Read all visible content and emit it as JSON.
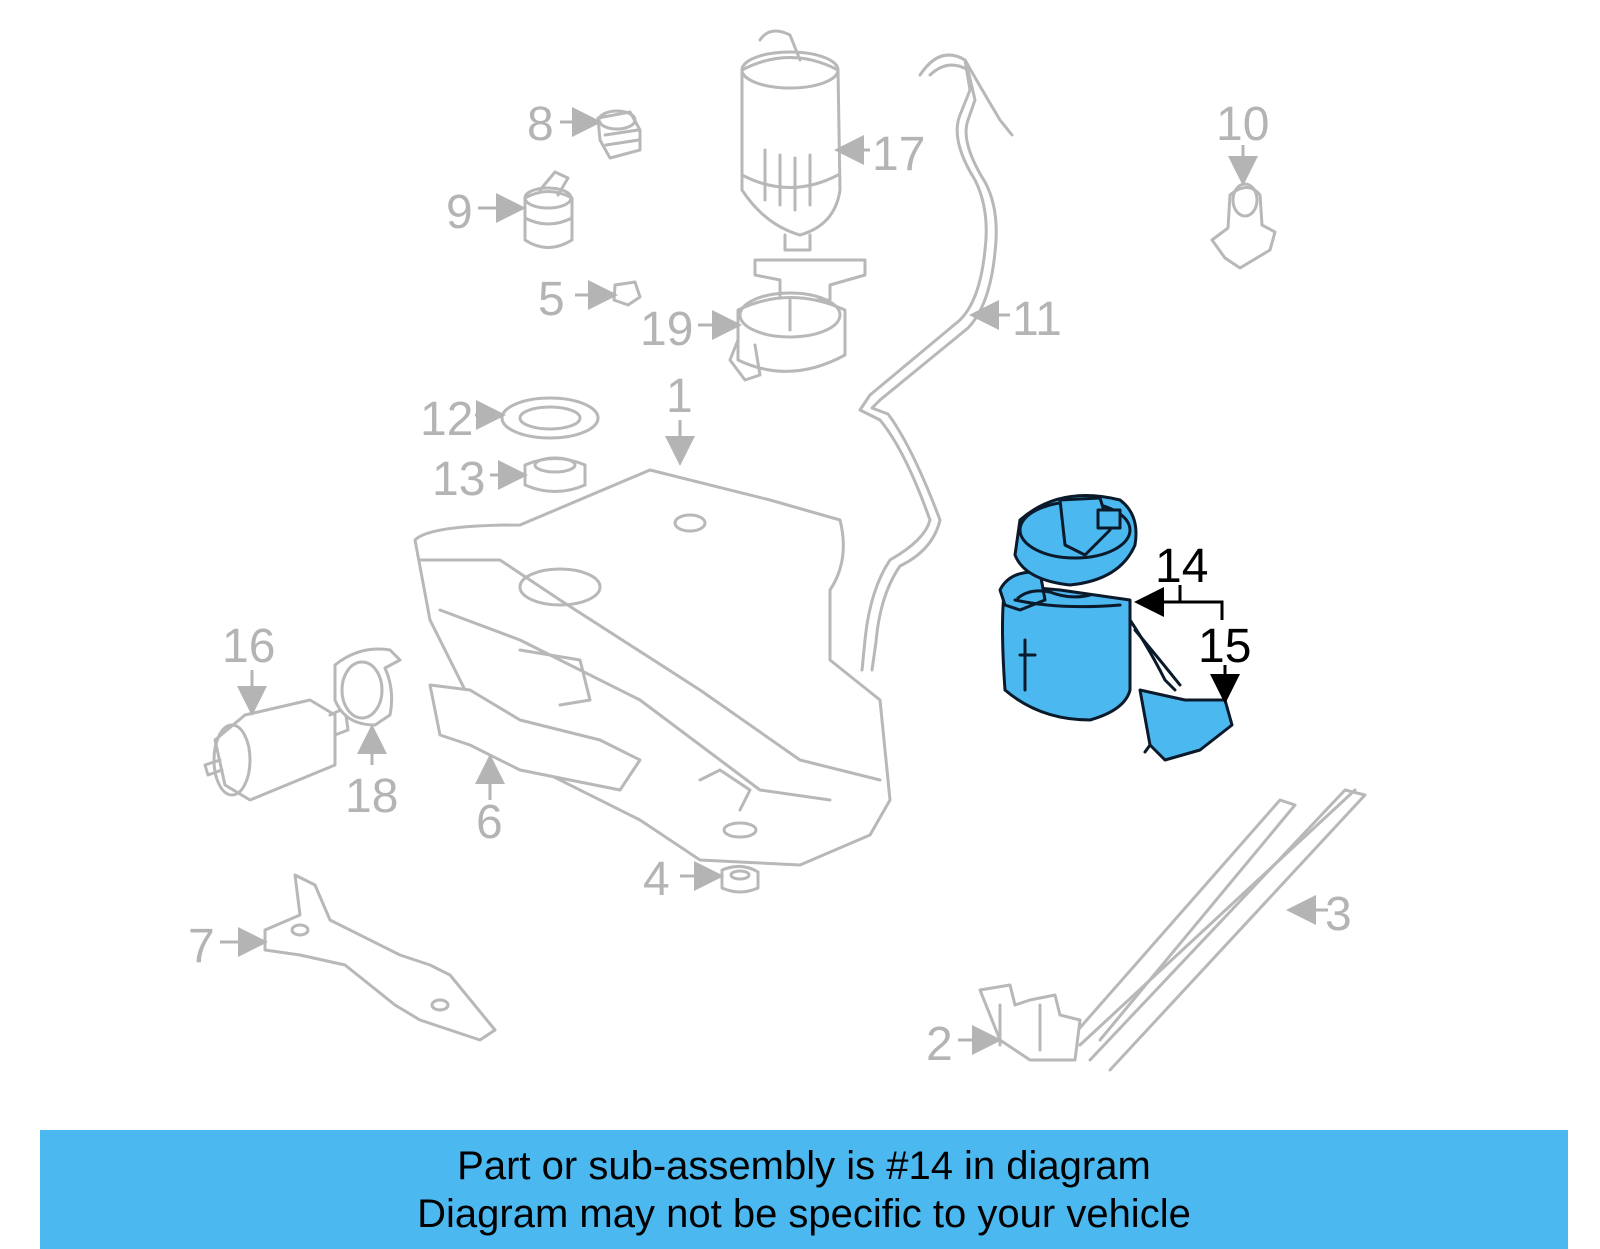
{
  "callouts": {
    "c1": "1",
    "c2": "2",
    "c3": "3",
    "c4": "4",
    "c5": "5",
    "c6": "6",
    "c7": "7",
    "c8": "8",
    "c9": "9",
    "c10": "10",
    "c11": "11",
    "c12": "12",
    "c13": "13",
    "c14": "14",
    "c15": "15",
    "c16": "16",
    "c17": "17",
    "c18": "18",
    "c19": "19"
  },
  "highlighted_part": "14",
  "colors": {
    "highlight": "#4cb8f0",
    "muted_part": "#b8b8b8",
    "banner": "#4cb8f0"
  },
  "footer": {
    "line1": "Part or sub-assembly is #14 in diagram",
    "line2": "Diagram may not be specific to your vehicle"
  }
}
